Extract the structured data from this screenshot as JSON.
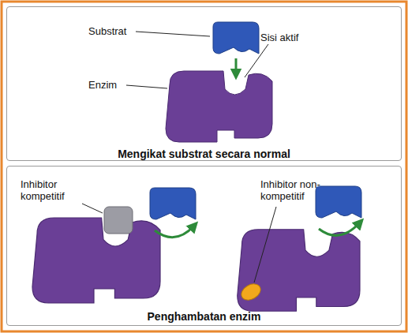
{
  "diagram": {
    "nodes": [
      {
        "text": [
          "Mengikat substrat secara normal"
        ]
      },
      {
        "text": [
          "Penghambatan enzim"
        ]
      }
    ],
    "labels": [
      "Substrat",
      "Sisi aktif",
      "Enzim",
      "Inhibitor kompetitif",
      "Inhibitor non-kompetitif"
    ]
  }
}
